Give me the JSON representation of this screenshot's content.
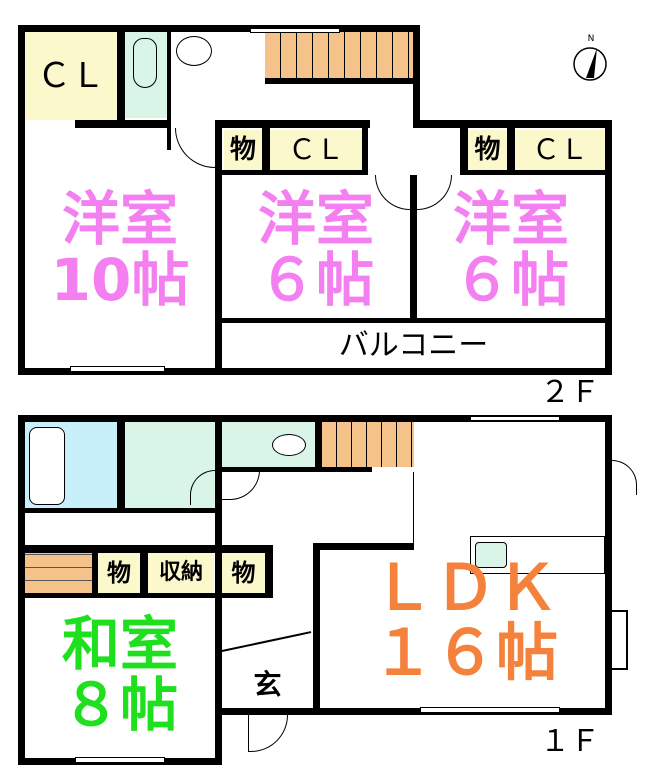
{
  "floor2": {
    "label": "２Ｆ",
    "closet_main": "ＣＬ",
    "room_a": "洋室\n10帖",
    "room_b": "洋室\n６帖",
    "room_c": "洋室\n６帖",
    "storage_b": "物",
    "closet_b": "ＣＬ",
    "storage_c": "物",
    "closet_c": "ＣＬ",
    "balcony": "バルコニー"
  },
  "floor1": {
    "label": "１Ｆ",
    "storage_1": "物",
    "storage_2": "収納",
    "storage_3": "物",
    "japanese_room": "和室\n８帖",
    "ldk": "ＬＤＫ\n１６帖",
    "entrance": "玄"
  },
  "compass": {
    "north": "N"
  },
  "colors": {
    "western_room": "#f47ff0",
    "ldk": "#f5823c",
    "japanese_room": "#1fe01f",
    "closet": "#fbf8cc",
    "stairs": "#f5c38a"
  }
}
